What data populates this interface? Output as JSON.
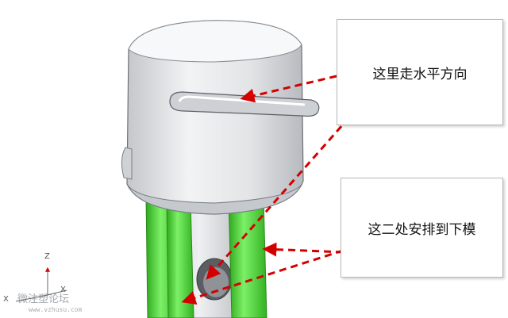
{
  "labels": {
    "callout_1": "这里走水平方向",
    "callout_2": "这二处安排到下模"
  },
  "axis": {
    "z": "Z",
    "x": "X",
    "x_left": "X"
  },
  "watermark": {
    "brand": "微注塑论坛",
    "url": "www.vzhusu.com"
  },
  "colors": {
    "background": "#ffffff",
    "part_body": "#dfe1e4",
    "green_pillar": "#5ddc46",
    "arrow": "#d40000"
  }
}
